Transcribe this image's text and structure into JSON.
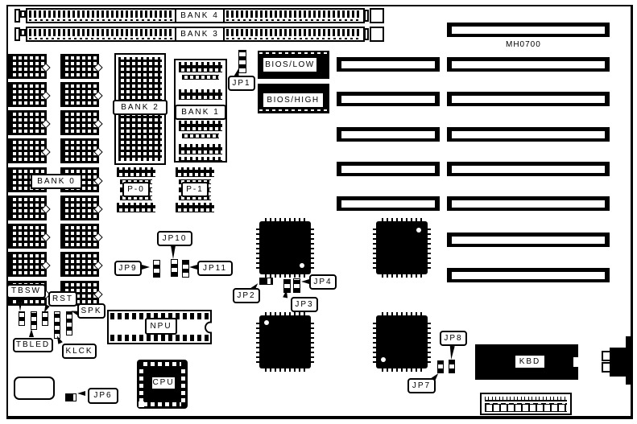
{
  "board_model": "MH0700",
  "labels": {
    "bank4": "BANK 4",
    "bank3": "BANK 3",
    "bank2": "BANK 2",
    "bank1": "BANK 1",
    "bank0": "BANK 0",
    "p0": "P-0",
    "p1": "P-1",
    "bios_low": "BIOS/LOW",
    "bios_high": "BIOS/HIGH",
    "jp1": "JP1",
    "jp2": "JP2",
    "jp3": "JP3",
    "jp4": "JP4",
    "jp6": "JP6",
    "jp7": "JP7",
    "jp8": "JP8",
    "jp9": "JP9",
    "jp10": "JP10",
    "jp11": "JP11",
    "tbsw": "TBSW",
    "rst": "RST",
    "spk": "SPK",
    "tbled": "TBLED",
    "klck": "KLCK",
    "npu": "NPU",
    "cpu": "CPU",
    "kbd": "KBD"
  }
}
